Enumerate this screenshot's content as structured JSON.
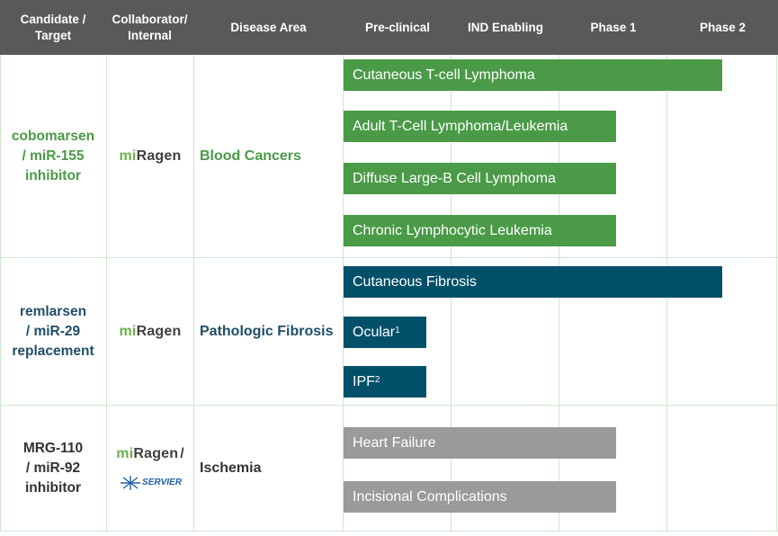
{
  "colors": {
    "header_bg": "#595959",
    "green": "#4a9a47",
    "teal": "#005069",
    "gray": "#989a9c",
    "grid": "#cfe6cf"
  },
  "header": {
    "candidate_line1": "Candidate /",
    "candidate_line2": "Target",
    "collab_line1": "Collaborator/",
    "collab_line2": "Internal",
    "disease_area": "Disease Area",
    "phases": [
      "Pre-clinical",
      "IND Enabling",
      "Phase 1",
      "Phase 2"
    ]
  },
  "rows": [
    {
      "candidate_lines": [
        "cobomarsen",
        "/ miR-155",
        "inhibitor"
      ],
      "collaborator": {
        "logo_prefix": "mi",
        "logo_rest": "Ragen"
      },
      "disease_area": "Blood Cancers",
      "programs": [
        {
          "name": "Cutaneous T-cell Lymphoma",
          "reaches": "Phase 2"
        },
        {
          "name": "Adult T-Cell Lymphoma/Leukemia",
          "reaches": "Phase 1"
        },
        {
          "name": "Diffuse Large-B Cell Lymphoma",
          "reaches": "Phase 1"
        },
        {
          "name": "Chronic Lymphocytic Leukemia",
          "reaches": "Phase 1"
        }
      ]
    },
    {
      "candidate_lines": [
        "remlarsen",
        "/ miR-29",
        "replacement"
      ],
      "collaborator": {
        "logo_prefix": "mi",
        "logo_rest": "Ragen"
      },
      "disease_area": "Pathologic Fibrosis",
      "programs": [
        {
          "name": "Cutaneous Fibrosis",
          "reaches": "Phase 2"
        },
        {
          "name": "Ocular",
          "sup": "1",
          "reaches": "Pre-clinical"
        },
        {
          "name": "IPF",
          "sup": "2",
          "reaches": "Pre-clinical"
        }
      ]
    },
    {
      "candidate_lines": [
        "MRG-110",
        "/ miR-92",
        "inhibitor"
      ],
      "collaborator": {
        "logo_prefix": "mi",
        "logo_rest": "Ragen",
        "slash": "/",
        "partner": "SERVIER"
      },
      "disease_area": "Ischemia",
      "programs": [
        {
          "name": "Heart Failure",
          "reaches": "Phase 1"
        },
        {
          "name": "Incisional Complications",
          "reaches": "Phase 1"
        }
      ]
    }
  ]
}
